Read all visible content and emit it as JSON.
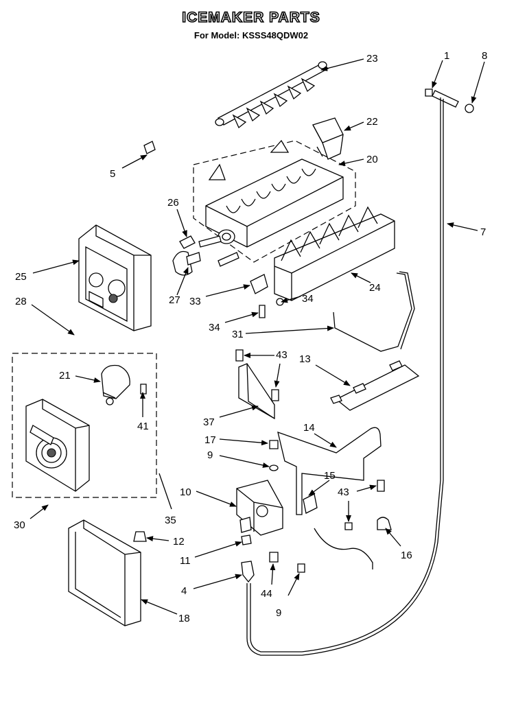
{
  "title": "ICEMAKER PARTS",
  "subtitle": "For Model: KSSS48QDW02",
  "callouts": [
    {
      "id": "c1",
      "label": "1"
    },
    {
      "id": "c8",
      "label": "8"
    },
    {
      "id": "c23",
      "label": "23"
    },
    {
      "id": "c22",
      "label": "22"
    },
    {
      "id": "c20",
      "label": "20"
    },
    {
      "id": "c5",
      "label": "5"
    },
    {
      "id": "c26",
      "label": "26"
    },
    {
      "id": "c7",
      "label": "7"
    },
    {
      "id": "c25",
      "label": "25"
    },
    {
      "id": "c28",
      "label": "28"
    },
    {
      "id": "c27",
      "label": "27"
    },
    {
      "id": "c33",
      "label": "33"
    },
    {
      "id": "c34a",
      "label": "34"
    },
    {
      "id": "c34b",
      "label": "34"
    },
    {
      "id": "c24",
      "label": "24"
    },
    {
      "id": "c31",
      "label": "31"
    },
    {
      "id": "c43a",
      "label": "43"
    },
    {
      "id": "c13",
      "label": "13"
    },
    {
      "id": "c21",
      "label": "21"
    },
    {
      "id": "c41",
      "label": "41"
    },
    {
      "id": "c37",
      "label": "37"
    },
    {
      "id": "c14",
      "label": "14"
    },
    {
      "id": "c17",
      "label": "17"
    },
    {
      "id": "c9a",
      "label": "9"
    },
    {
      "id": "c15",
      "label": "15"
    },
    {
      "id": "c43b",
      "label": "43"
    },
    {
      "id": "c10",
      "label": "10"
    },
    {
      "id": "c30",
      "label": "30"
    },
    {
      "id": "c35",
      "label": "35"
    },
    {
      "id": "c16",
      "label": "16"
    },
    {
      "id": "c12",
      "label": "12"
    },
    {
      "id": "c11",
      "label": "11"
    },
    {
      "id": "c4",
      "label": "4"
    },
    {
      "id": "c44",
      "label": "44"
    },
    {
      "id": "c9b",
      "label": "9"
    },
    {
      "id": "c18",
      "label": "18"
    }
  ]
}
